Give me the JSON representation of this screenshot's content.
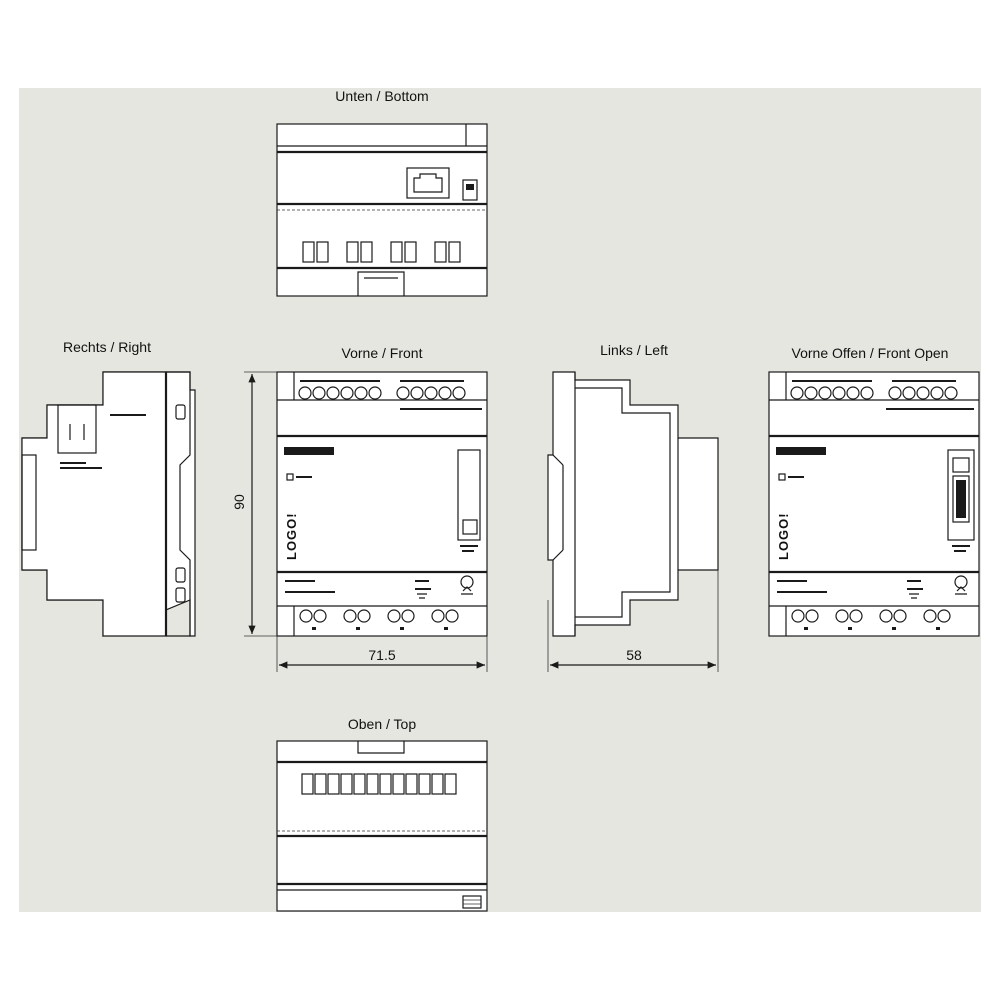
{
  "views": {
    "bottom": "Unten / Bottom",
    "right": "Rechts / Right",
    "front": "Vorne / Front",
    "left": "Links / Left",
    "front_open": "Vorne Offen / Front Open",
    "top": "Oben / Top"
  },
  "dimensions": {
    "height": "90",
    "width_front": "71.5",
    "depth_left": "58"
  },
  "device": {
    "logo": "LOGO!"
  }
}
